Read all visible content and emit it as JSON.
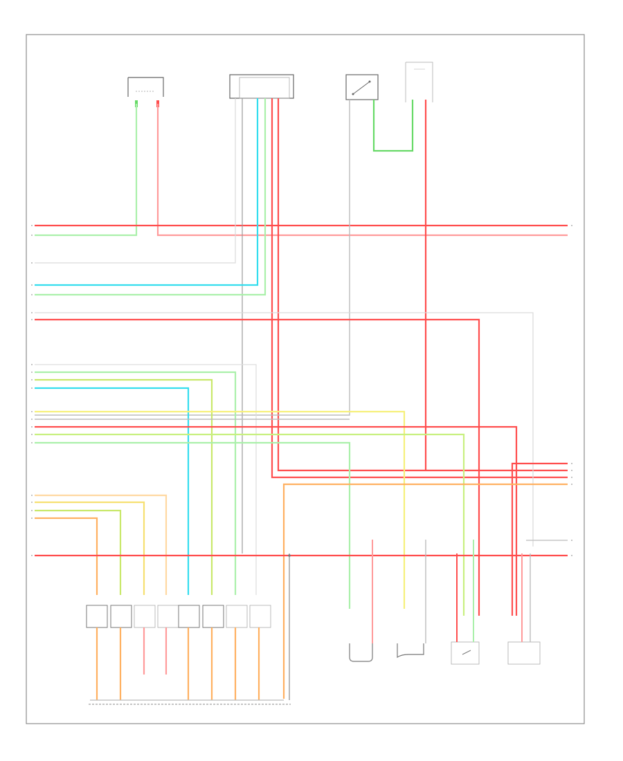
{
  "diagram": {
    "footer_code": "",
    "note_text": "",
    "pin_labels": [],
    "wire_colors": {
      "red": "#ff4d4d",
      "pink": "#ff9a9a",
      "green": "#66d966",
      "light_green": "#aaf0aa",
      "cyan": "#33ddee",
      "yellow": "#f6f07a",
      "orange": "#ffb060",
      "gray": "#bdbdbd",
      "dark_gray": "#888888"
    },
    "components": [
      {
        "id": "top-left-sensor",
        "label": ""
      },
      {
        "id": "top-module",
        "label": ""
      },
      {
        "id": "top-switch",
        "label": ""
      },
      {
        "id": "top-right-connector",
        "label": ""
      },
      {
        "id": "fuel-injectors",
        "label": ""
      },
      {
        "id": "powertrain-control-module",
        "label": ""
      },
      {
        "id": "sensor-a",
        "label": ""
      },
      {
        "id": "sensor-b",
        "label": ""
      },
      {
        "id": "heated-oxygen-sensor-1",
        "label": ""
      },
      {
        "id": "heated-oxygen-sensor-2",
        "label": ""
      }
    ]
  }
}
